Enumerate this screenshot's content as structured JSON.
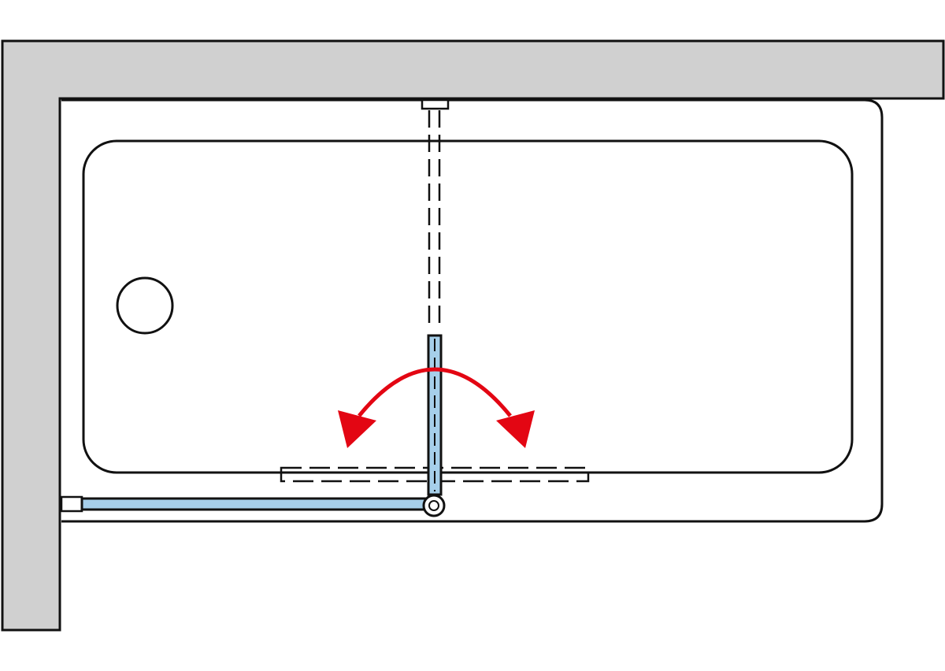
{
  "diagram": {
    "type": "bathtub-screen-plan-view",
    "colors": {
      "wall": "#d0d0d0",
      "outline": "#111111",
      "glass": "#a6cfea",
      "arrow": "#e30613",
      "background": "#ffffff"
    },
    "elements": [
      "wall-corner",
      "bathtub-rim",
      "bathtub-basin",
      "drain-icon",
      "wall-profile",
      "fixed-glass-panel",
      "pivot-hinge-icon",
      "swing-panel",
      "panel-position-outward",
      "panel-position-inward",
      "ceiling-support",
      "swing-direction-arrow"
    ],
    "swing_direction": "both"
  }
}
